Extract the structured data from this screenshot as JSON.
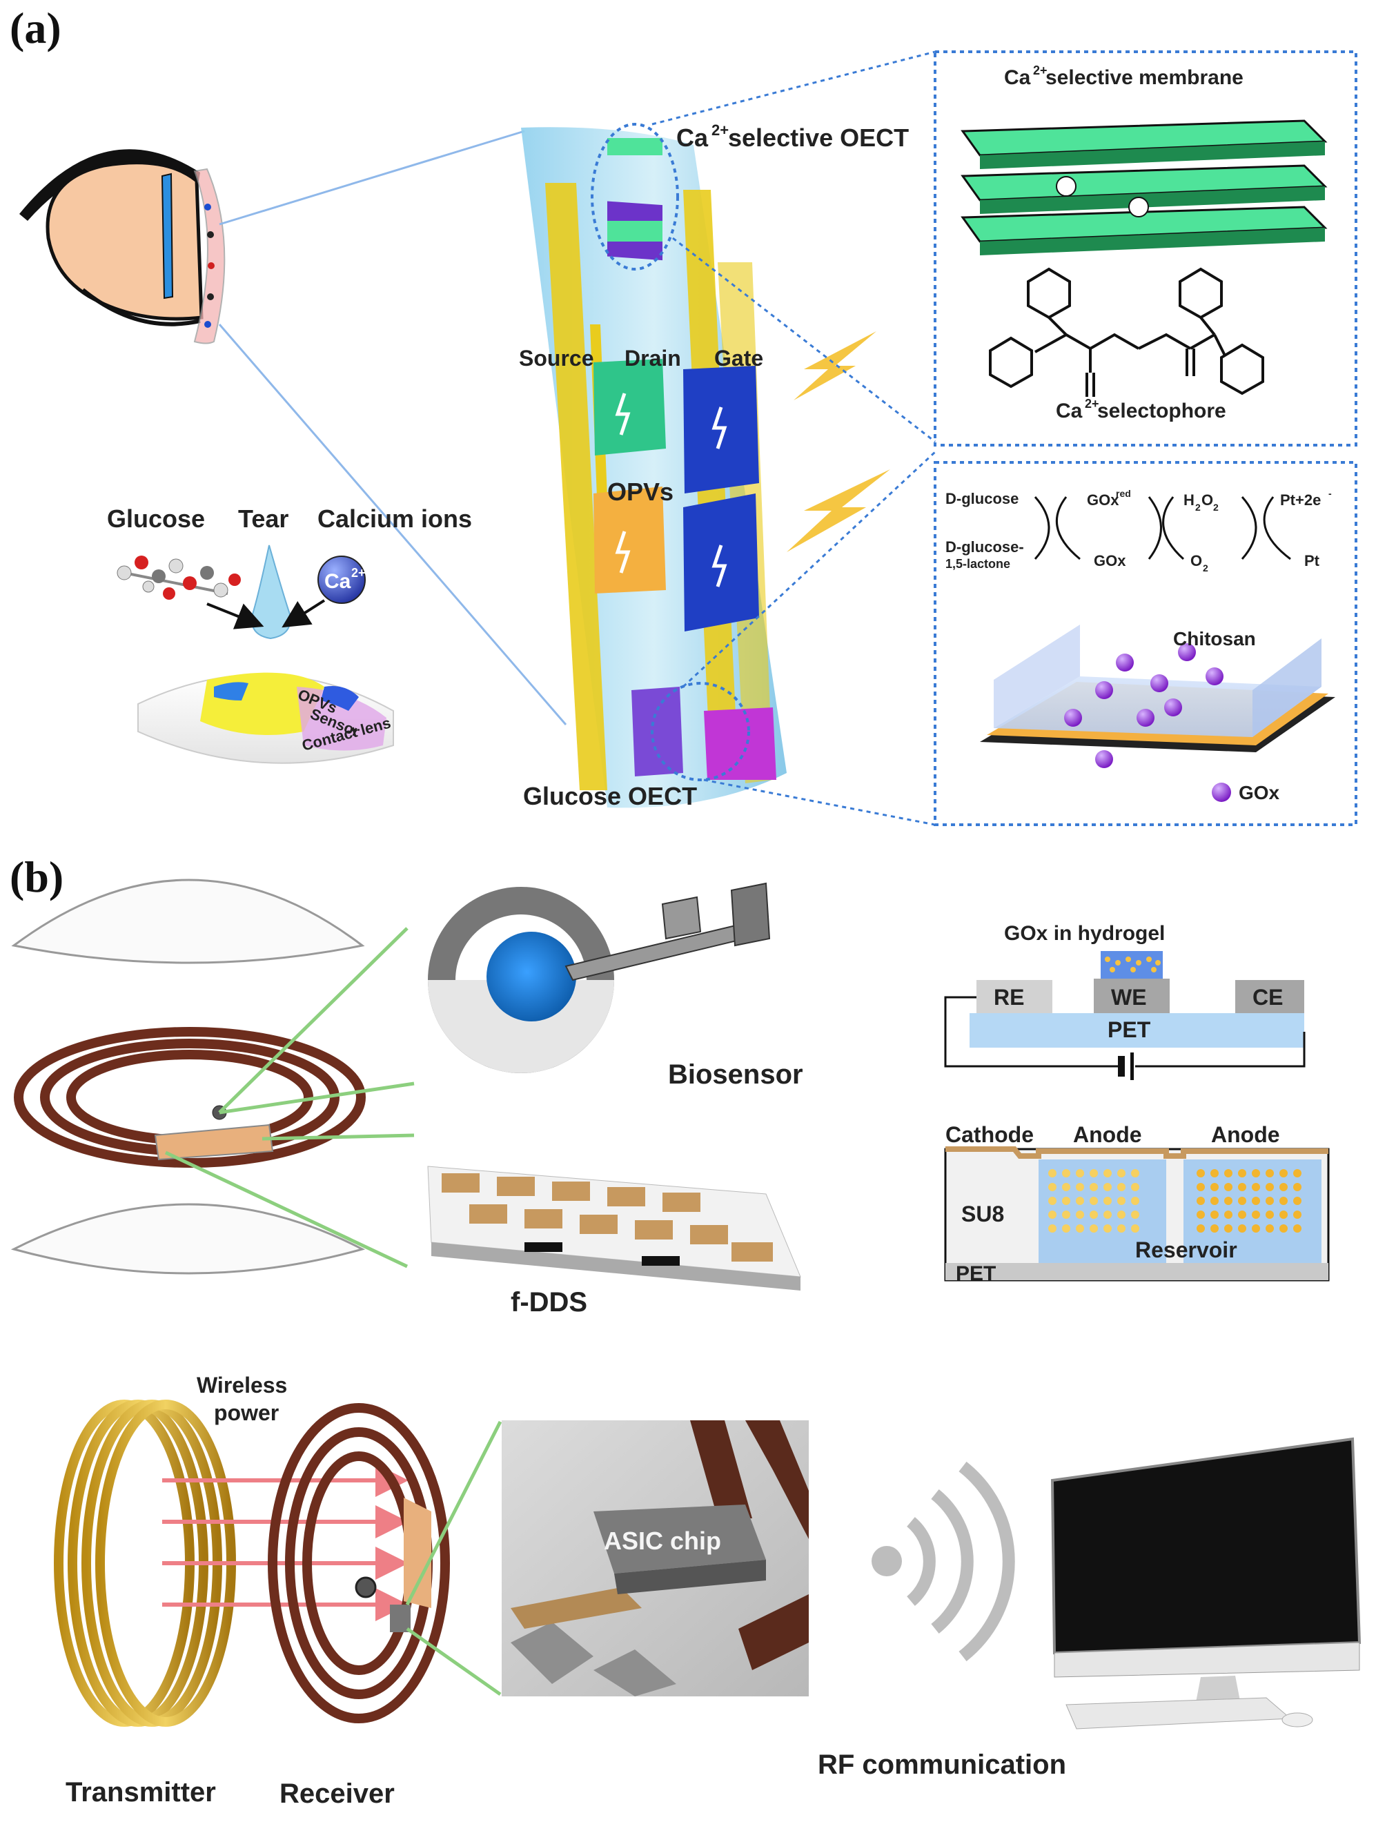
{
  "panel_a": {
    "label": "(a)",
    "ca_selective_oect": "Ca",
    "ca_selective_oect_sup": "2+",
    "ca_selective_oect_rest": " selective OECT",
    "source": "Source",
    "drain": "Drain",
    "gate": "Gate",
    "opvs": "OPVs",
    "glucose_oect": "Glucose OECT",
    "glucose": "Glucose",
    "tear": "Tear",
    "calcium_ions": "Calcium ions",
    "ca_ion": "Ca",
    "ca_ion_sup": "2+",
    "lens_opvs": "OPVs",
    "lens_sensor": "Sensor",
    "lens_contact": "Contact lens",
    "membrane_title": "Ca",
    "membrane_title_sup": "2+",
    "membrane_title_rest": " selective membrane",
    "selectophore": "Ca",
    "selectophore_sup": "2+",
    "selectophore_rest": " selectophore",
    "reaction": {
      "d_glucose": "D-glucose",
      "d_glucose_lactone_1": "D-glucose-",
      "d_glucose_lactone_2": "1,5-lactone",
      "goxred": "GOx",
      "goxred_sup": "red",
      "gox": "GOx",
      "h2o2": "H",
      "h2o2_sub1": "2",
      "h2o2_o": "O",
      "h2o2_sub2": "2",
      "o2": "O",
      "o2_sub": "2",
      "pt_2e": "Pt+2e",
      "pt_2e_sup": "-",
      "pt": "Pt"
    },
    "chitosan": "Chitosan",
    "gox_legend": "GOx"
  },
  "panel_b": {
    "label": "(b)",
    "biosensor": "Biosensor",
    "f_dds": "f-DDS",
    "gox_in_hydrogel": "GOx in hydrogel",
    "re": "RE",
    "we": "WE",
    "ce": "CE",
    "pet": "PET",
    "cathode": "Cathode",
    "anode_1": "Anode",
    "anode_2": "Anode",
    "su8": "SU8",
    "reservoir": "Reservoir",
    "pet_2": "PET",
    "wireless_power_1": "Wireless",
    "wireless_power_2": "power",
    "asic_chip": "ASIC chip",
    "transmitter": "Transmitter",
    "receiver": "Receiver",
    "rf_communication": "RF communication"
  },
  "colors": {
    "dotted_box": "#3a7bd5",
    "connector_blue": "#8fb8ea",
    "connector_green": "#8ccf7e",
    "membrane_green": "#4fe39a",
    "gold": "#e9cc1d",
    "coil_brown": "#6d2d1d",
    "purple": "#8a2bd3"
  }
}
